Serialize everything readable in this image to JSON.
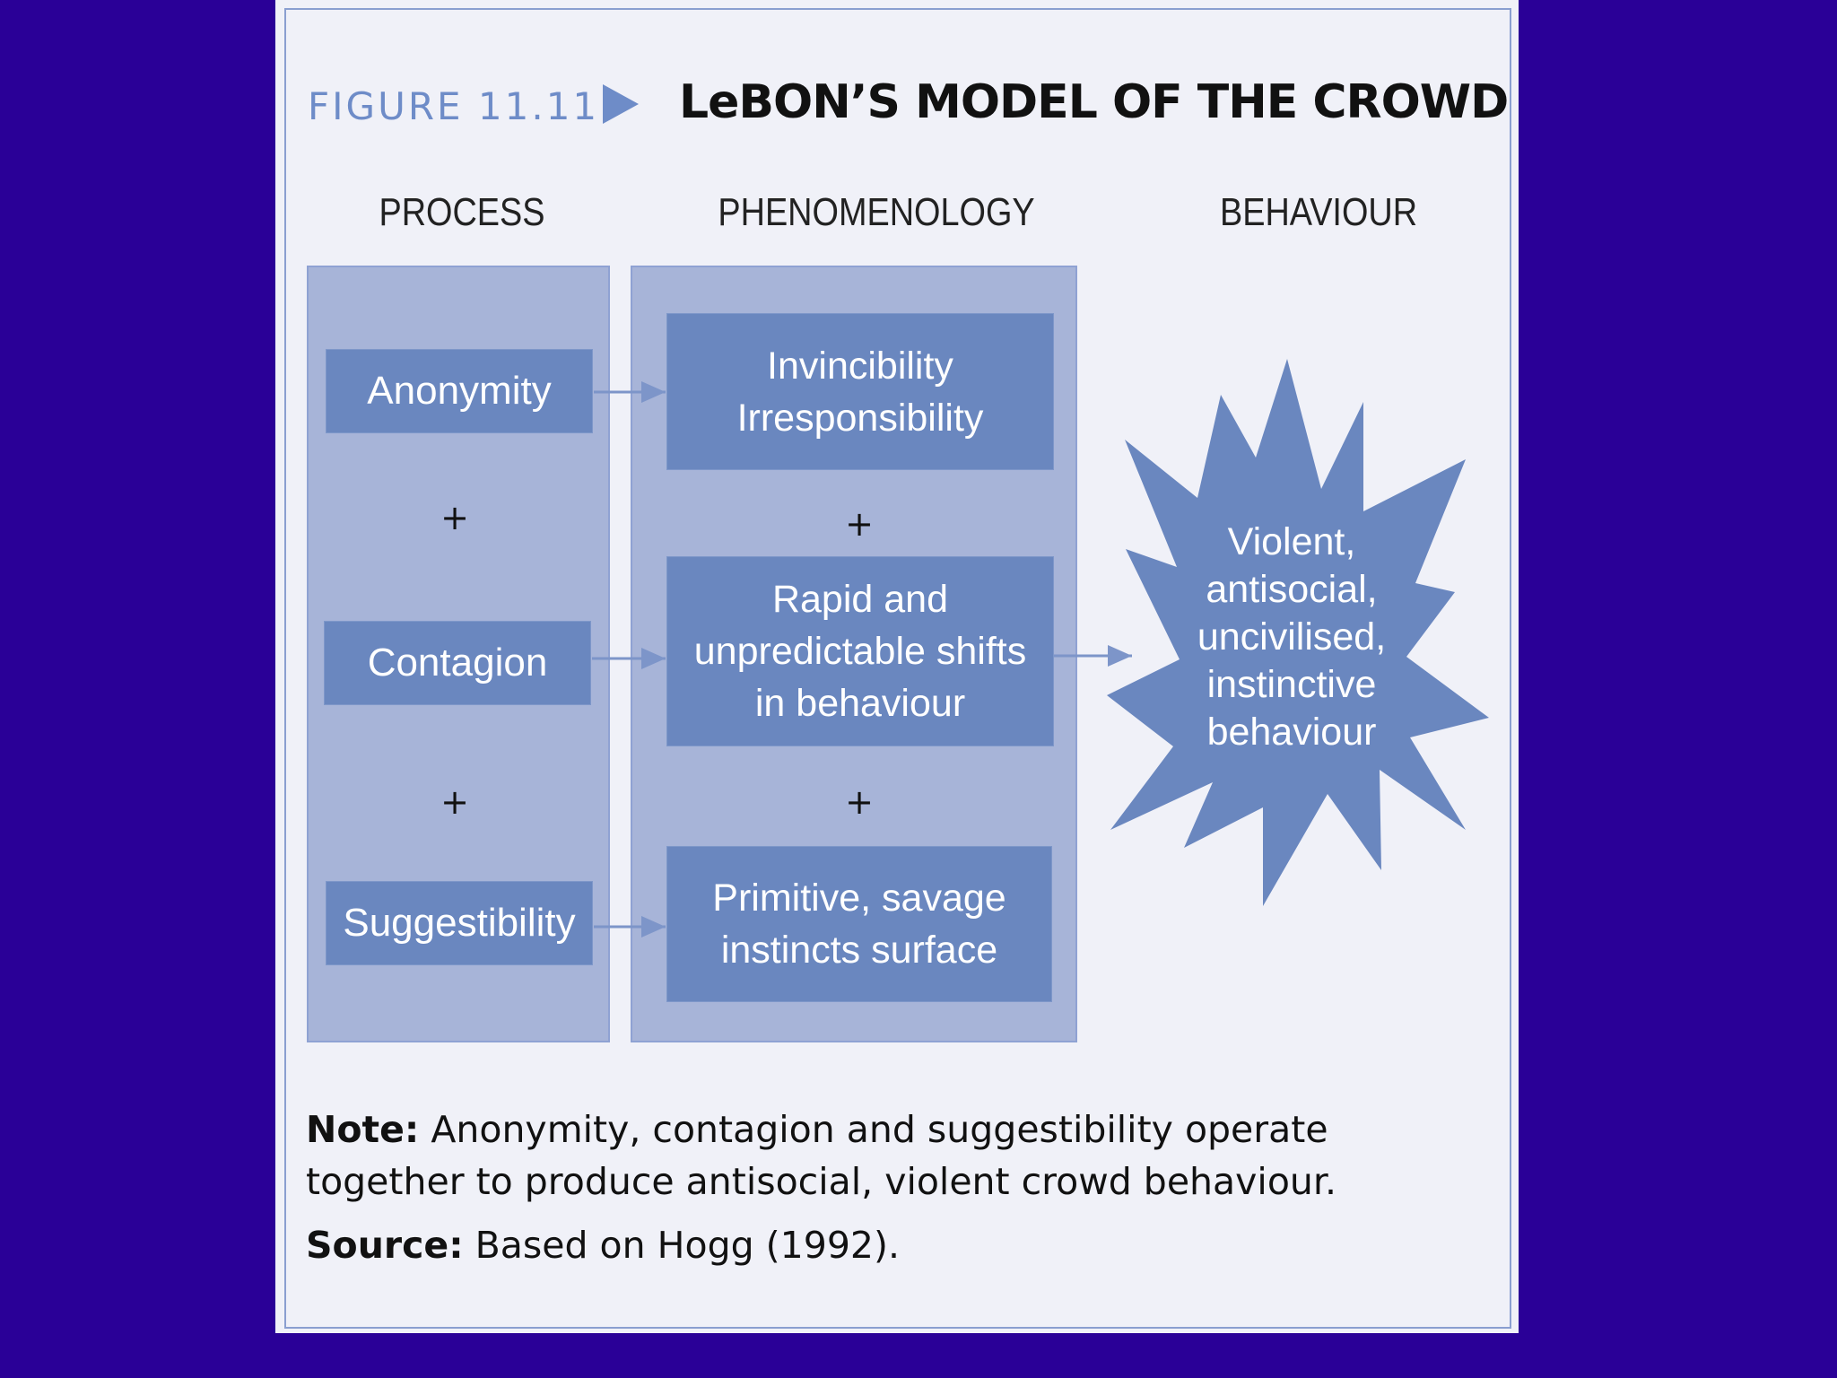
{
  "figure": {
    "label": "FIGURE 11.11",
    "title": "LeBON’S MODEL OF THE CROWD"
  },
  "columns": {
    "process": "PROCESS",
    "phenomenology": "PHENOMENOLOGY",
    "behaviour": "BEHAVIOUR"
  },
  "process_items": [
    "Anonymity",
    "Contagion",
    "Suggestibility"
  ],
  "phenomenology_items": [
    "Invincibility\nIrresponsibility",
    "Rapid and\nunpredictable shifts\nin behaviour",
    "Primitive, savage\ninstincts surface"
  ],
  "plus_sign": "+",
  "outcome": "Violent,\nantisocial,\nuncivilised,\ninstinctive\nbehaviour",
  "note": {
    "label": "Note:",
    "text": " Anonymity, contagion and suggestibility operate together to produce antisocial, violent crowd behaviour."
  },
  "source": {
    "label": "Source:",
    "text": " Based on Hogg (1992)."
  },
  "colors": {
    "background": "#2a0097",
    "panel": "#f0f1f8",
    "column_panel": "#a7b4d8",
    "box": "#6a87bf",
    "accent": "#6e8cc8"
  }
}
